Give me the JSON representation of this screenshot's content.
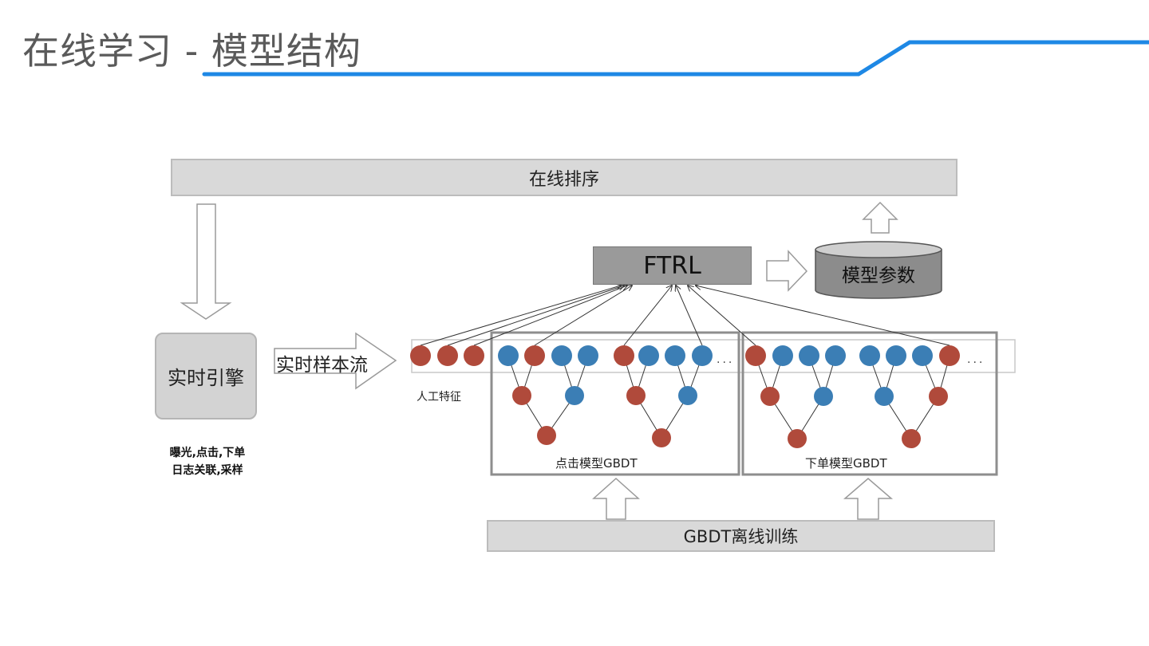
{
  "header": {
    "title": "在线学习 - 模型结构",
    "accent_color": "#1e88e5"
  },
  "diagram": {
    "online_sort": "在线排序",
    "ftrl": "FTRL",
    "model_params": "模型参数",
    "realtime_engine": "实时引擎",
    "realtime_stream": "实时样本流",
    "log_text_line1": "曝光,点击,下单",
    "log_text_line2": "日志关联,采样",
    "manual_features": "人工特征",
    "click_model": "点击模型GBDT",
    "order_model": "下单模型GBDT",
    "ellipsis": "...",
    "offline_training": "GBDT离线训练",
    "colors": {
      "red_node": "#b04a3b",
      "blue_node": "#3b7eb5",
      "gray_box": "#d9d9d9"
    }
  }
}
